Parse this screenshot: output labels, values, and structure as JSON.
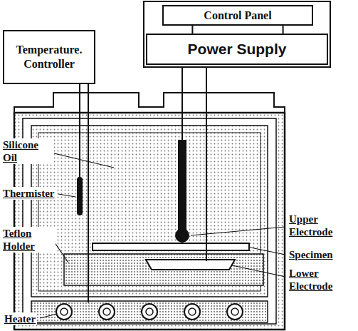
{
  "diagram": {
    "nodes": [
      {
        "text": [
          "Temperature. Controller"
        ]
      },
      {
        "text": [
          "Control Panel"
        ]
      },
      {
        "text": [
          "Power Supply"
        ]
      }
    ],
    "edges": [
      {
        "from": 1,
        "to": 2,
        "arrow": "none"
      },
      {
        "from": 1,
        "to": 2,
        "arrow": "none"
      }
    ],
    "labels": [
      "Silicone Oil",
      "Thermister",
      "Teflon Holder",
      "Heater",
      "Upper Electrode",
      "Specimen",
      "Lower Electrode"
    ]
  }
}
